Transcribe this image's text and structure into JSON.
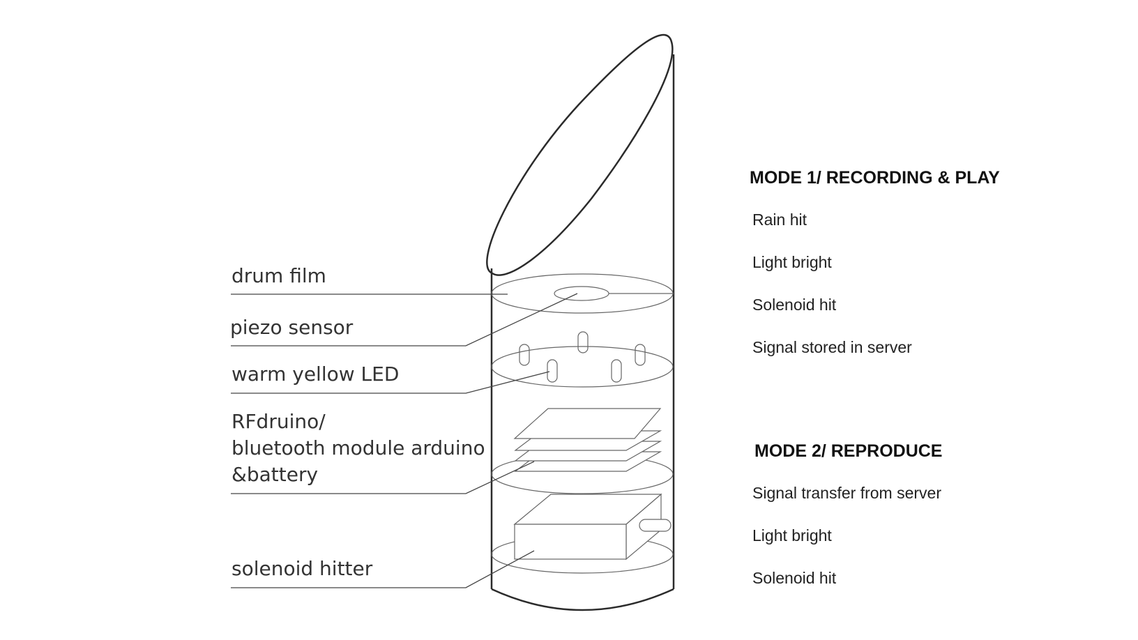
{
  "parts": {
    "drum_film": "drum film",
    "piezo_sensor": "piezo sensor",
    "warm_yellow_led": "warm yellow LED",
    "controller_line1": "RFdruino/",
    "controller_line2": "bluetooth module arduino",
    "controller_line3": "&battery",
    "solenoid_hitter": "solenoid hitter"
  },
  "mode1": {
    "title": "MODE 1/ RECORDING & PLAY",
    "steps": [
      "Rain hit",
      "Light bright",
      "Solenoid hit",
      "Signal stored in server"
    ]
  },
  "mode2": {
    "title": "MODE 2/ REPRODUCE",
    "steps": [
      "Signal transfer from server",
      "Light bright",
      "Solenoid hit"
    ]
  },
  "colors": {
    "stroke": "#2b2b2b",
    "thin_stroke": "#555555",
    "text": "#333333"
  }
}
